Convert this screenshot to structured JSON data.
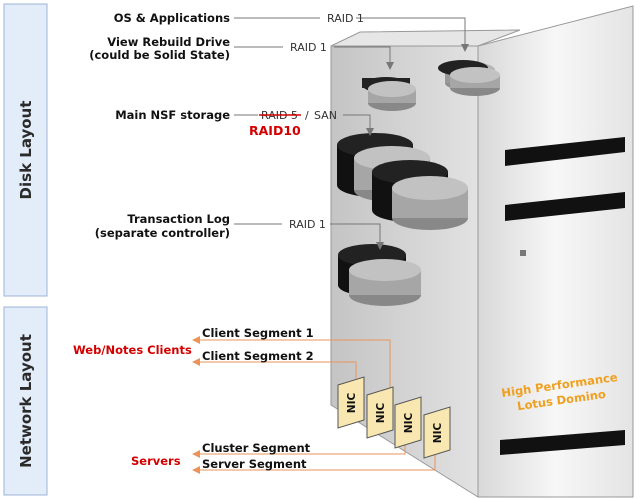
{
  "sections": {
    "disk": "Disk Layout",
    "network": "Network Layout"
  },
  "disk_labels": {
    "os": "OS & Applications",
    "rebuild_1": "View Rebuild Drive",
    "rebuild_2": "(could be Solid State)",
    "nsf": "Main NSF storage",
    "txlog_1": "Transaction Log",
    "txlog_2": "(separate controller)"
  },
  "raid": {
    "os": "RAID 1",
    "rebuild": "RAID 1",
    "nsf_struck": "RAID 5",
    "nsf_sep": "/",
    "nsf_san": "SAN",
    "nsf_new": "RAID10",
    "txlog": "RAID 1"
  },
  "network": {
    "web_clients": "Web/Notes Clients",
    "servers": "Servers",
    "client_seg_1": "Client Segment 1",
    "client_seg_2": "Client Segment 2",
    "cluster_seg": "Cluster Segment",
    "server_seg": "Server Segment",
    "nic": "NIC"
  },
  "server_brand": {
    "line1": "High Performance",
    "line2": "Lotus Domino"
  },
  "colors": {
    "panel": "#e3ecf9",
    "panel_border": "#9db3d6",
    "red_label": "#d40000",
    "orange_line": "#f0a060",
    "brand": "#f0a020",
    "nic_fill": "#f8e7b0"
  }
}
